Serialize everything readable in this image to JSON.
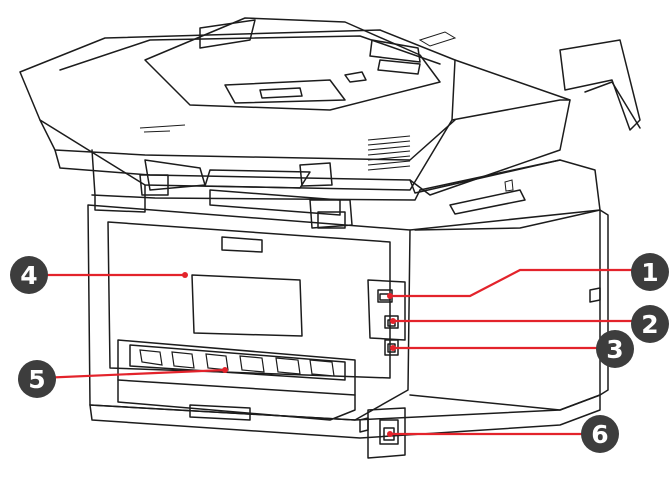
{
  "callouts": [
    {
      "id": "1",
      "label": "1"
    },
    {
      "id": "2",
      "label": "2"
    },
    {
      "id": "3",
      "label": "3"
    },
    {
      "id": "4",
      "label": "4"
    },
    {
      "id": "5",
      "label": "5"
    },
    {
      "id": "6",
      "label": "6"
    }
  ],
  "colors": {
    "leader_line": "#e3232b",
    "callout_fill": "#3d3d3d",
    "outline": "#1c1c1c"
  }
}
